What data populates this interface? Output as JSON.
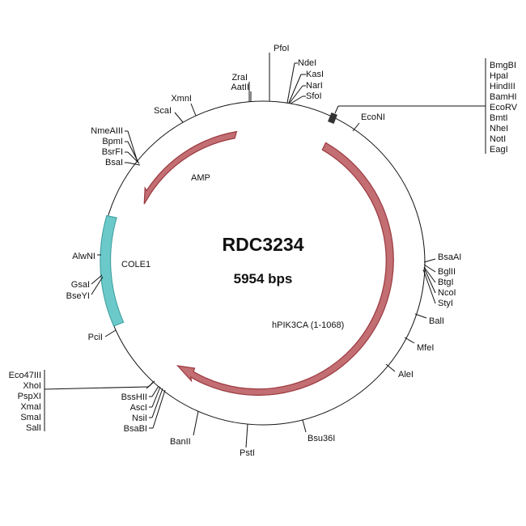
{
  "plasmid": {
    "name": "RDC3234",
    "size": "5954 bps"
  },
  "colors": {
    "backbone": "#111111",
    "amp": "#c26e72",
    "amp_stroke": "#9b3a40",
    "cole1": "#6cc9c9",
    "cole1_stroke": "#3a9c9c",
    "mcs_box": "#333333"
  },
  "features": {
    "amp": "AMP",
    "cole1": "COLE1",
    "hpik3ca": "hPIK3CA (1-1068)"
  },
  "sites": {
    "pfoi": "PfoI",
    "ndei": "NdeI",
    "kasi": "KasI",
    "nari": "NarI",
    "sfoi": "SfoI",
    "zrai": "ZraI",
    "aatii": "AatII",
    "xmni": "XmnI",
    "scai": "ScaI",
    "nmeaiii": "NmeAIII",
    "bpmi": "BpmI",
    "bsrfi": "BsrFI",
    "bsai": "BsaI",
    "alwni": "AlwNI",
    "gsai": "GsaI",
    "bseyi": "BseYI",
    "pcii": "PciI",
    "econi": "EcoNI",
    "bsaai": "BsaAI",
    "bglii": "BglII",
    "btgi": "BtgI",
    "ncoi": "NcoI",
    "styi": "StyI",
    "bali": "BalI",
    "mfei": "MfeI",
    "alei": "AleI",
    "bsu36i": "Bsu36I",
    "psti": "PstI",
    "banii": "BanII",
    "bsshii": "BssHII",
    "asci": "AscI",
    "nsii": "NsiI",
    "bsabi": "BsaBI"
  },
  "mcs_right": [
    "BmgBI",
    "HpaI",
    "HindIII",
    "BamHI",
    "EcoRV",
    "BmtI",
    "NheI",
    "NotI",
    "EagI"
  ],
  "mcs_left": [
    "Eco47III",
    "XhoI",
    "PspXI",
    "XmaI",
    "SmaI",
    "SalI"
  ]
}
